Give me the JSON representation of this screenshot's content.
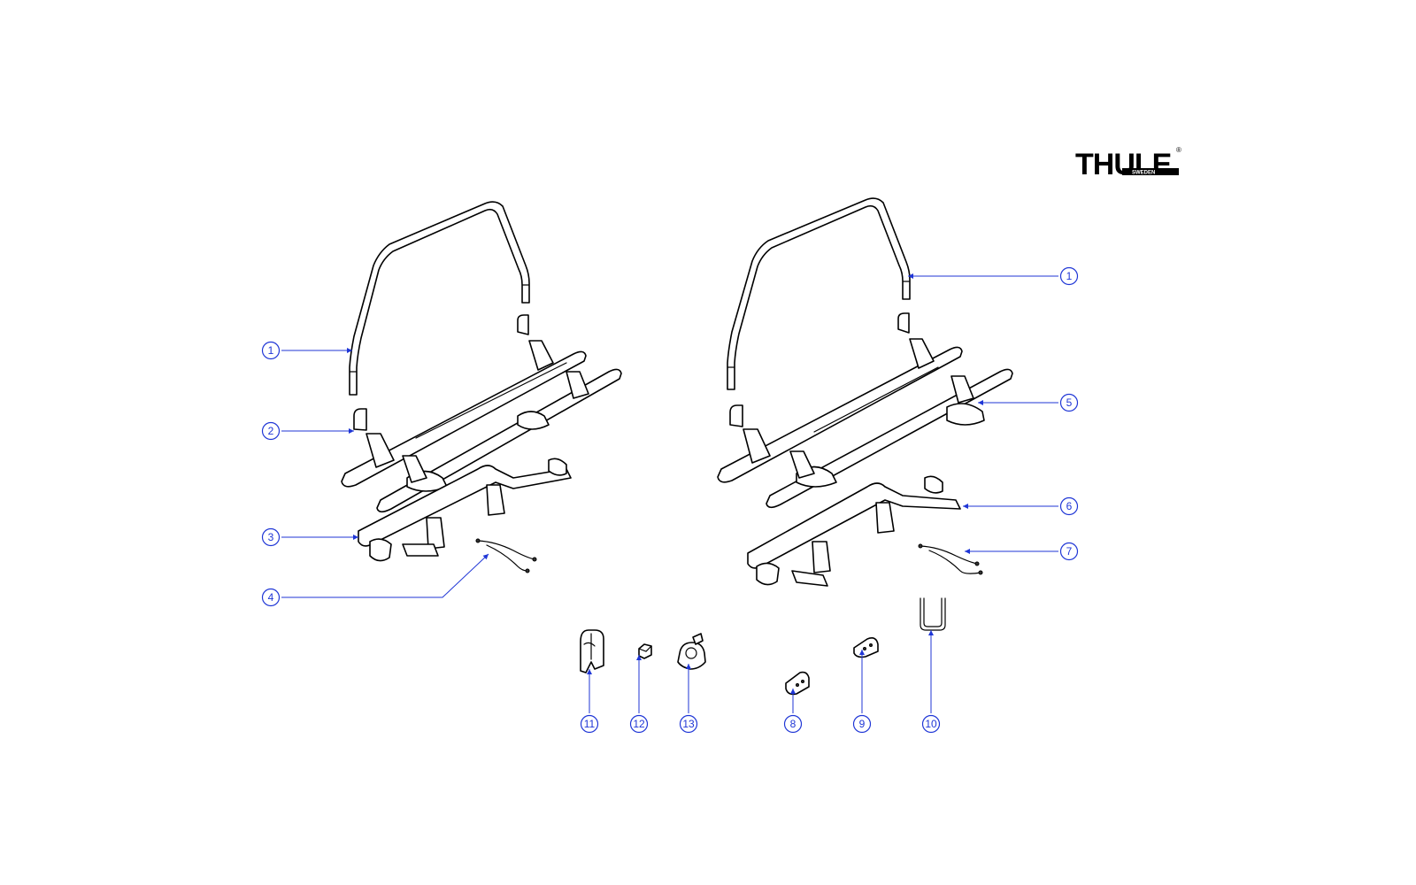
{
  "brand": {
    "name": "THULE",
    "sub": "SWEDEN",
    "reg": "®"
  },
  "colors": {
    "callout": "#1f36d6",
    "line": "#000000",
    "background": "#ffffff"
  },
  "callouts": [
    {
      "id": "left-1",
      "label": "1"
    },
    {
      "id": "left-2",
      "label": "2"
    },
    {
      "id": "left-3",
      "label": "3"
    },
    {
      "id": "left-4",
      "label": "4"
    },
    {
      "id": "right-1",
      "label": "1"
    },
    {
      "id": "right-5",
      "label": "5"
    },
    {
      "id": "right-6",
      "label": "6"
    },
    {
      "id": "right-7",
      "label": "7"
    },
    {
      "id": "small-11",
      "label": "11"
    },
    {
      "id": "small-12",
      "label": "12"
    },
    {
      "id": "small-13",
      "label": "13"
    },
    {
      "id": "small-8",
      "label": "8"
    },
    {
      "id": "small-9",
      "label": "9"
    },
    {
      "id": "small-10",
      "label": "10"
    }
  ]
}
